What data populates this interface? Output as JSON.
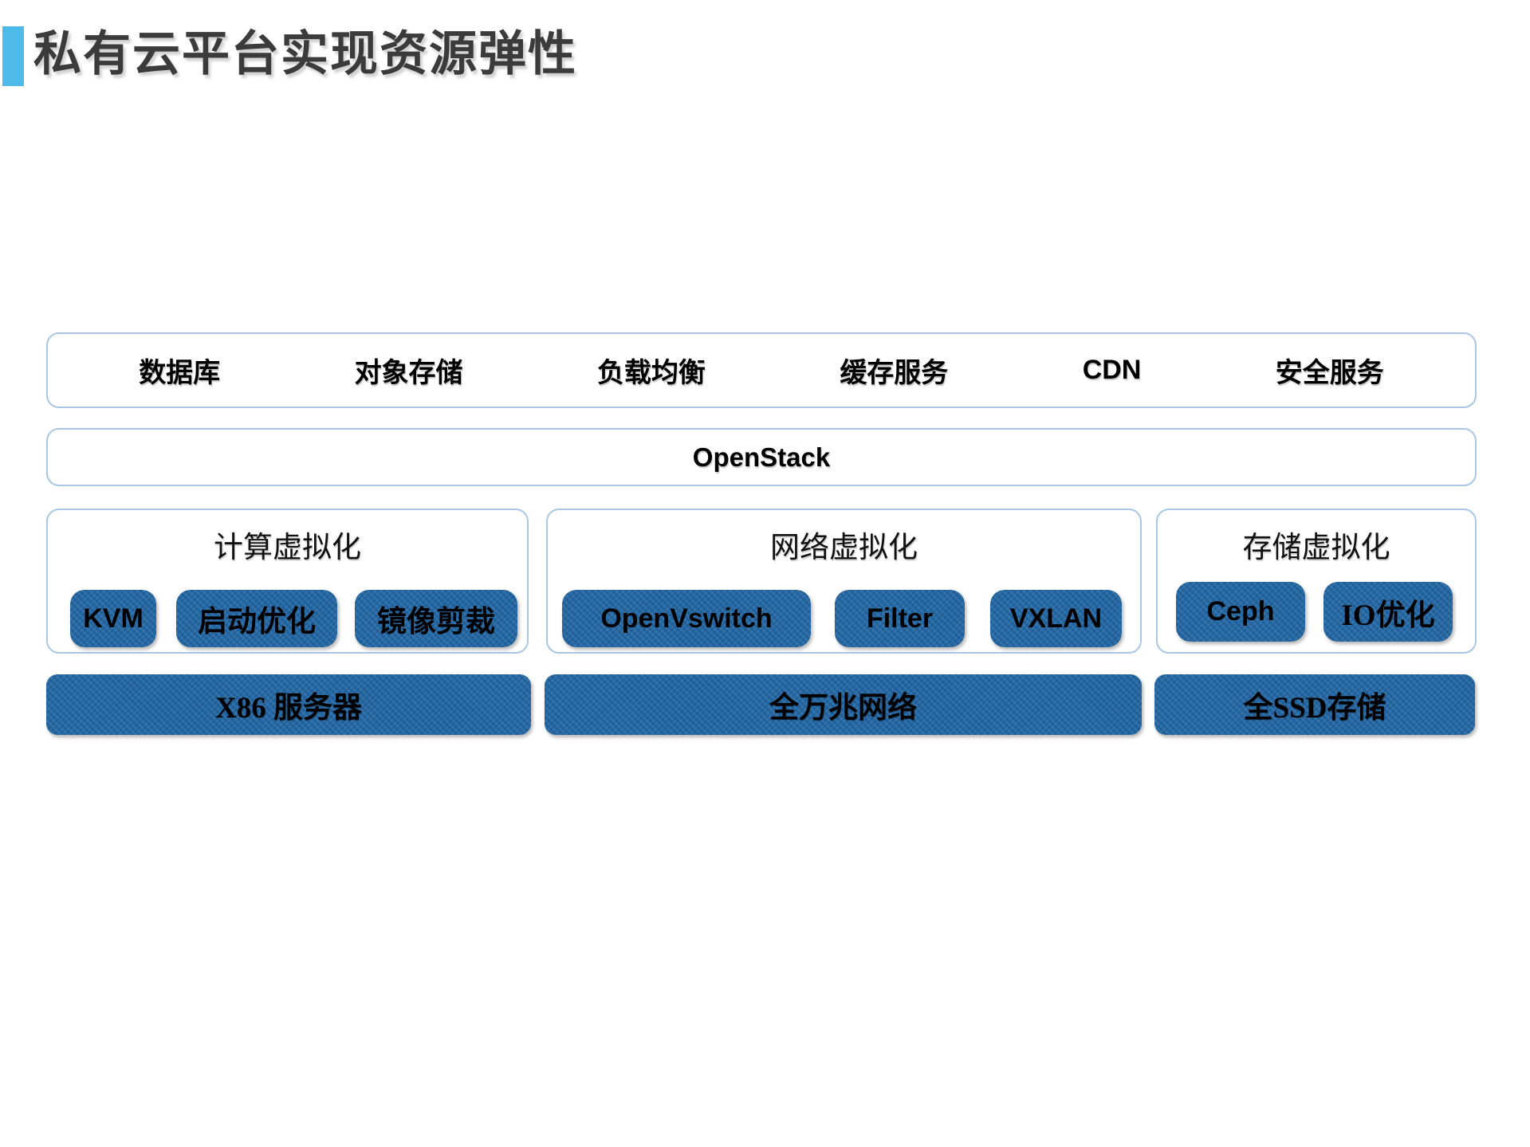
{
  "slide": {
    "title": "私有云平台实现资源弹性"
  },
  "services_row": [
    "数据库",
    "对象存储",
    "负载均衡",
    "缓存服务",
    "CDN",
    "安全服务"
  ],
  "platform_box": {
    "label": "OpenStack"
  },
  "virtualization_columns": [
    {
      "title": "计算虚拟化",
      "buttons": [
        "KVM",
        "启动优化",
        "镜像剪裁"
      ]
    },
    {
      "title": "网络虚拟化",
      "buttons": [
        "OpenVswitch",
        "Filter",
        "VXLAN"
      ]
    },
    {
      "title": "存储虚拟化",
      "buttons": [
        "Ceph",
        "IO优化"
      ]
    }
  ],
  "infrastructure_row": [
    "X86 服务器",
    "全万兆网络",
    "全SSD存储"
  ],
  "colors": {
    "accent_bar": "#4dbae9",
    "box_border": "#a9c6e4",
    "pill_blue": "#2268a8",
    "title_text": "#3b3b3b",
    "label_text": "#000000"
  }
}
